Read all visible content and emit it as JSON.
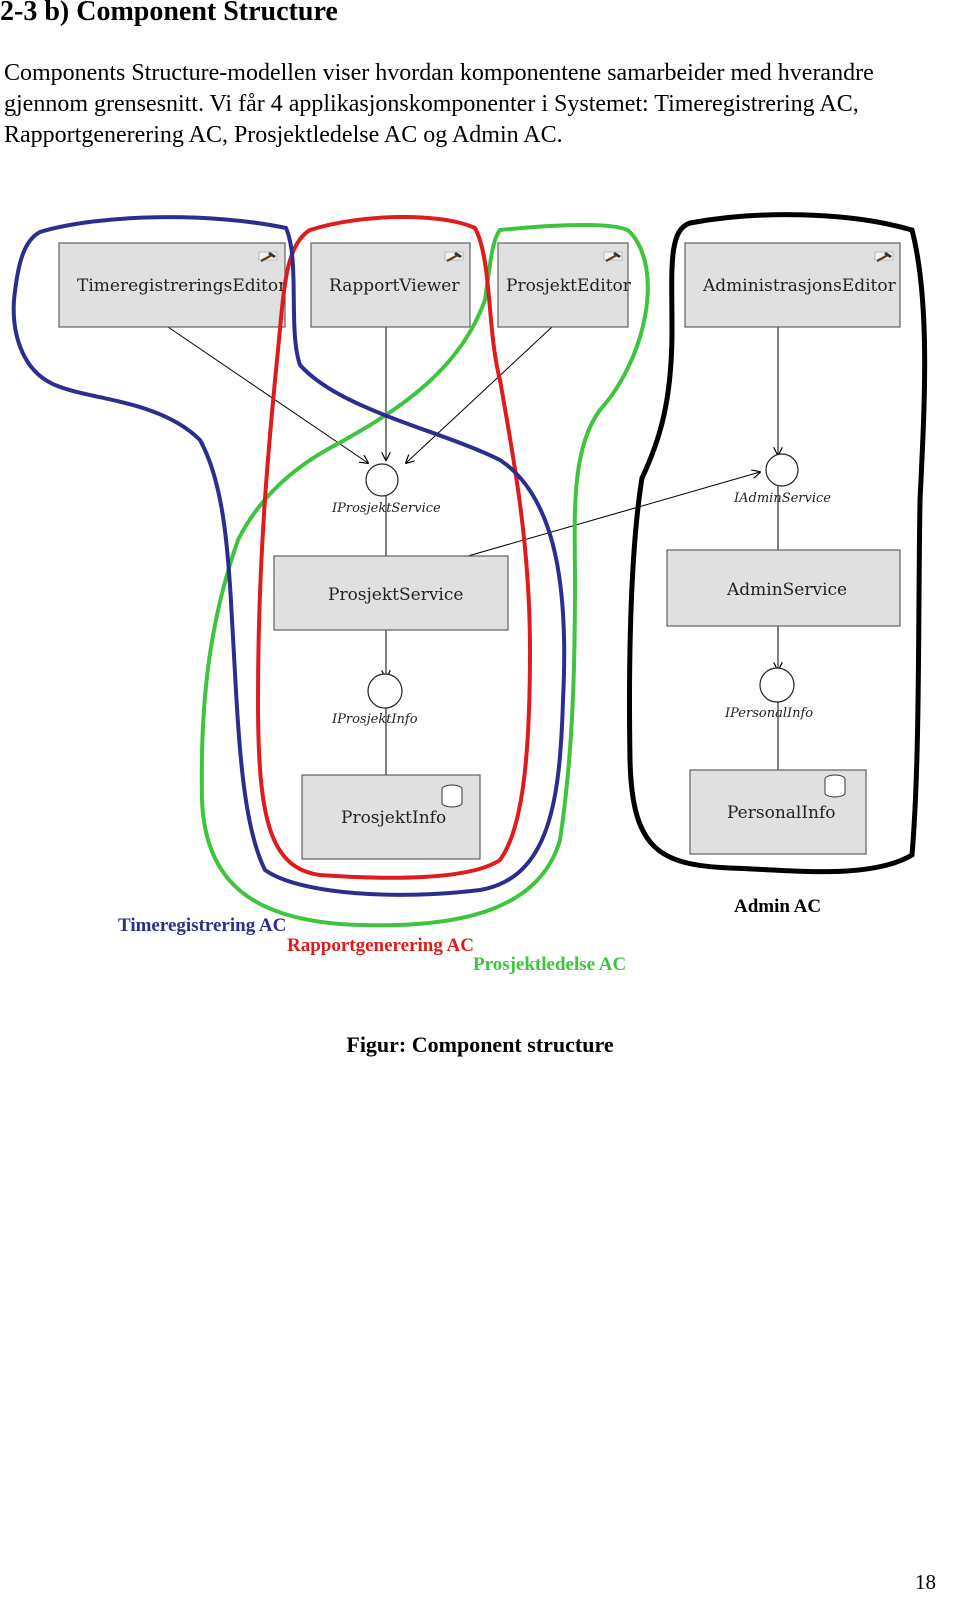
{
  "heading": "2-3 b) Component Structure",
  "paragraph": "Components Structure-modellen viser hvordan komponentene samarbeider med hverandre gjennom grensesnitt. Vi får 4 applikasjonskomponenter i Systemet: Timeregistrering AC, Rapportgenerering AC, Prosjektledelse AC og Admin AC.",
  "diagram": {
    "components": {
      "timeregistrerings_editor": "TimeregistreringsEditor",
      "rapport_viewer": "RapportViewer",
      "prosjekt_editor": "ProsjektEditor",
      "administrasjons_editor": "AdministrasjonsEditor",
      "prosjekt_service": "ProsjektService",
      "admin_service": "AdminService",
      "prosjekt_info": "ProsjektInfo",
      "personal_info": "PersonalInfo"
    },
    "interfaces": {
      "iprosjekt_service": "IProsjektService",
      "iadmin_service": "IAdminService",
      "iprosjekt_info": "IProsjektInfo",
      "ipersonal_info": "IPersonalInfo"
    },
    "groups": {
      "timeregistrering": {
        "label": "Timeregistrering AC",
        "color": "#2a2f8f"
      },
      "rapportgenerering": {
        "label": "Rapportgenerering AC",
        "color": "#e01b1b"
      },
      "prosjektledelse": {
        "label": "Prosjektledelse AC",
        "color": "#3ec43e"
      },
      "admin": {
        "label": "Admin AC",
        "color": "#000000"
      }
    }
  },
  "caption": "Figur: Component structure",
  "page_number": "18"
}
